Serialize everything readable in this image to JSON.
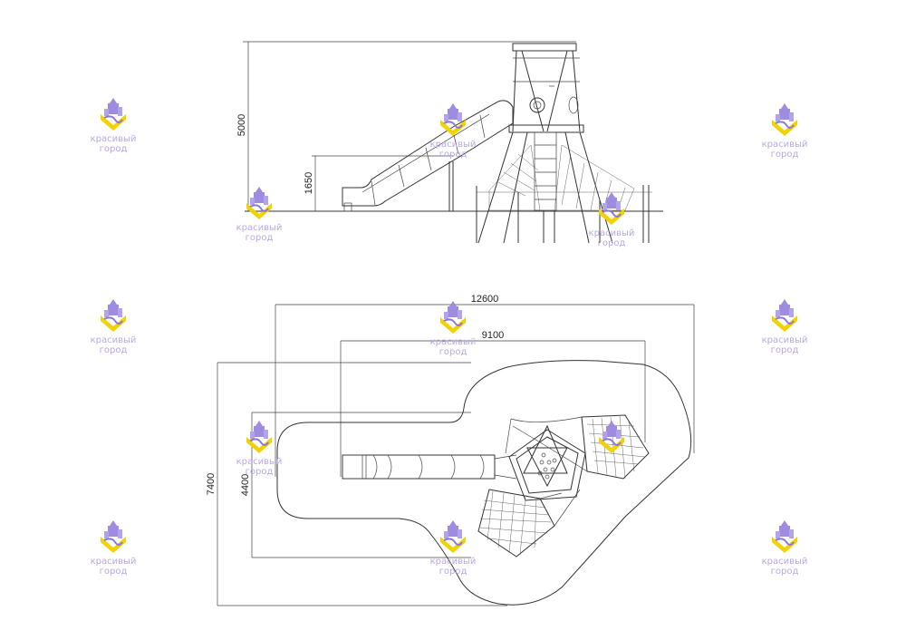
{
  "elevation_view": {
    "height_total": "5000",
    "height_platform": "1650"
  },
  "plan_view": {
    "width_total": "12600",
    "width_inner": "9100",
    "depth_total": "7400",
    "depth_inner": "4400"
  },
  "watermark": {
    "line1": "красивый",
    "line2": "город",
    "colors": {
      "house": "#9d8ce0",
      "accent": "#f2d200",
      "text": "#b8a8e6"
    }
  }
}
